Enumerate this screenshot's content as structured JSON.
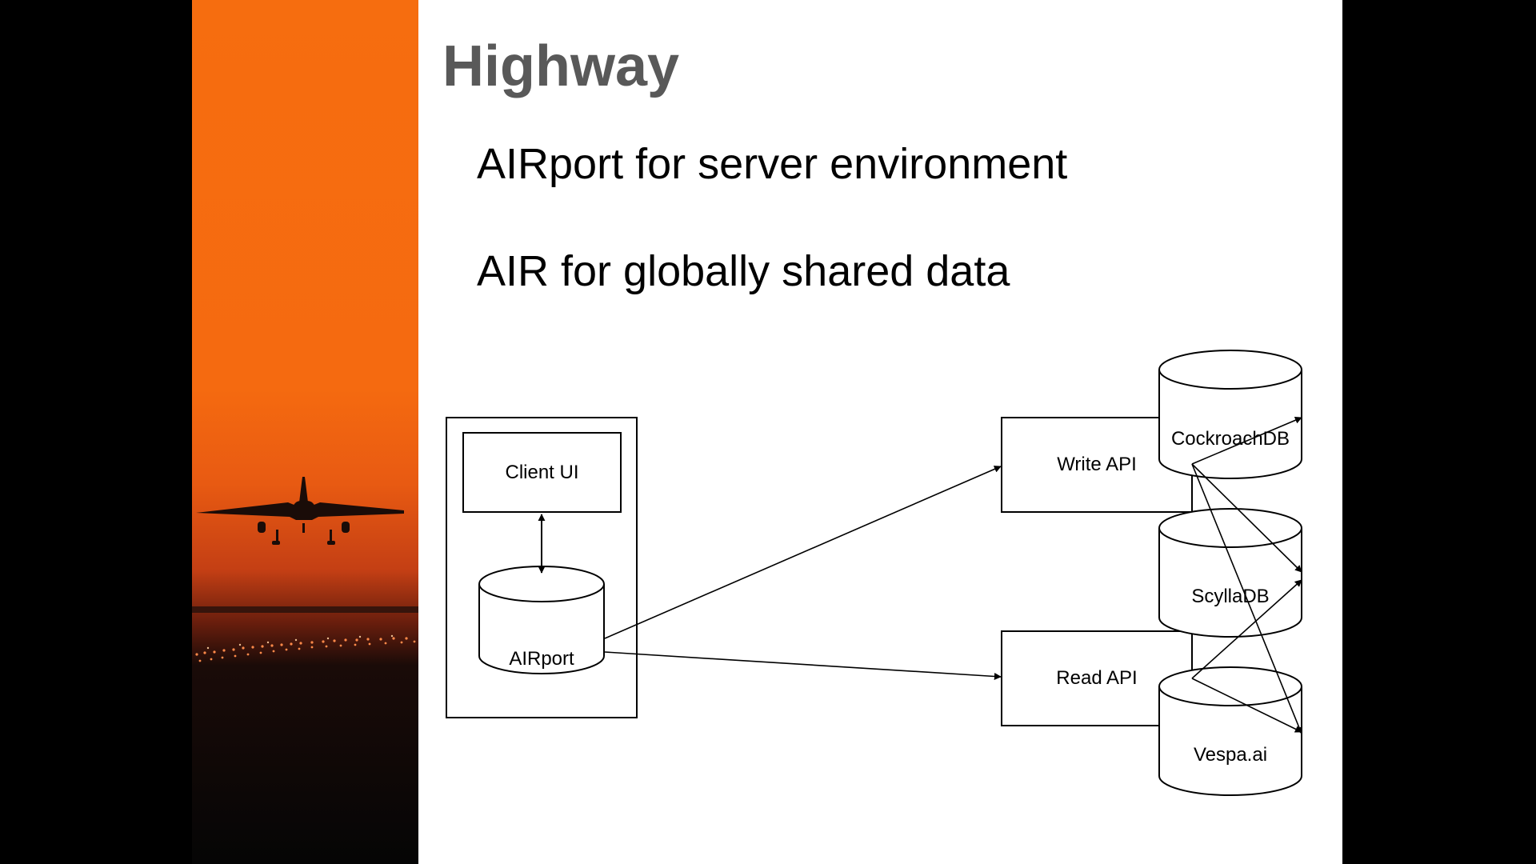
{
  "slide": {
    "title": "Highway",
    "bullets": [
      "AIRport for server environment",
      "AIR for globally shared data"
    ]
  },
  "photo": {
    "icon": "airplane-landing-sunset"
  },
  "diagram": {
    "nodes": {
      "client_ui": "Client UI",
      "airport": "AIRport",
      "write_api": "Write API",
      "read_api": "Read API",
      "cockroachdb": "CockroachDB",
      "scylladb": "ScyllaDB",
      "vespa": "Vespa.ai"
    }
  },
  "colors": {
    "sky_orange": "#f26a10",
    "title_gray": "#595959",
    "stroke": "#000000"
  }
}
